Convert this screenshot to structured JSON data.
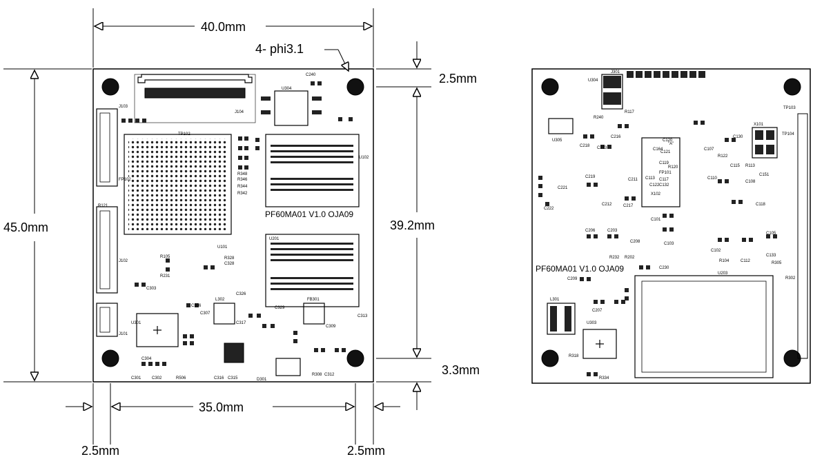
{
  "top_view": {
    "width_label": "40.0mm",
    "height_label": "45.0mm",
    "hole_note": "4- phi3.1",
    "top_margin_label": "2.5mm",
    "hole_span_v_label": "39.2mm",
    "bottom_margin_label": "3.3mm",
    "hole_span_h_label": "35.0mm",
    "left_margin_label": "2.5mm",
    "right_margin_label": "2.5mm",
    "board_marking": "PF60MA01 V1.0 OJA09",
    "refdes": {
      "j103": "J103",
      "j102": "J102",
      "j101": "J101",
      "j104": "J104",
      "fp102": "FP102",
      "r121": "R121",
      "u101": "U101",
      "u102": "U102",
      "u201": "U201",
      "u304": "U304",
      "c240": "C240",
      "fb301": "FB301",
      "l302": "L302",
      "u301": "U301",
      "d301": "D301",
      "c301": "C301",
      "c302": "C302",
      "c304": "C304",
      "c303": "C303",
      "c306": "C306",
      "c307": "C307",
      "c317": "C317",
      "c326": "C326",
      "c329": "C329",
      "c309": "C309",
      "c313": "C313",
      "r342": "R342",
      "r344": "R344",
      "r346": "R346",
      "r348": "R348",
      "r328": "R328",
      "c328": "C328",
      "tp102": "TP102",
      "r506": "R506",
      "c316": "C316",
      "c315": "C315",
      "c312": "C312",
      "r308": "R308",
      "r231": "R231",
      "r105": "R105"
    }
  },
  "bottom_view": {
    "board_marking": "PF60MA01 V1.0 OJA09",
    "refdes": {
      "j301": "J301",
      "u304": "U304",
      "u305": "U305",
      "r240": "R240",
      "r117": "R117",
      "tp103": "TP103",
      "tp104": "TP104",
      "x101": "X101",
      "c130": "C130",
      "u203": "U203",
      "l301": "L301",
      "u303": "U303",
      "r334": "R334",
      "r318": "R318",
      "c207": "C207",
      "c208": "C208",
      "c203": "C203",
      "c209": "C209",
      "r232": "R232",
      "r202": "R202",
      "c230": "C230",
      "c206": "C206",
      "c221": "C221",
      "c222": "C222",
      "c218": "C218",
      "c213": "C213",
      "c216": "C216",
      "c219": "C219",
      "c212": "C212",
      "c217": "C217",
      "c211": "C211",
      "c164": "C164",
      "c120": "C120",
      "a_label": "\"A\"",
      "c121": "C121",
      "fp101": "FP101",
      "c119": "C119",
      "r120": "R120",
      "c113": "C113",
      "c117": "C117",
      "c132": "C132",
      "c122": "C122",
      "x102": "X102",
      "c107": "C107",
      "r122": "R122",
      "c115": "C115",
      "r113": "R113",
      "c151": "C151",
      "c108": "C108",
      "c110": "C110",
      "c118": "C118",
      "c105": "C105",
      "c101": "C101",
      "c103": "C103",
      "c102": "C102",
      "r104": "R104",
      "c112": "C112",
      "r305": "R305",
      "r302": "R302",
      "c133": "C133"
    }
  },
  "colors": {
    "ink": "#000000",
    "paper": "#ffffff",
    "pad": "#1a1a1a"
  }
}
